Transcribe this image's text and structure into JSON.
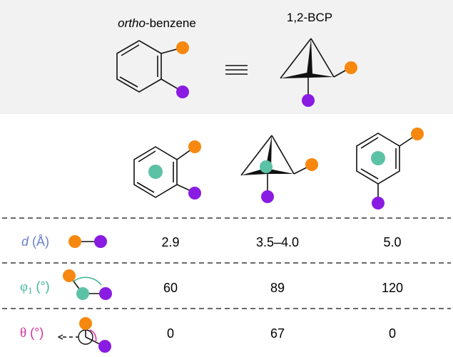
{
  "header": {
    "left_label_italic": "ortho",
    "left_label_rest": "-benzene",
    "right_label": "1,2-BCP",
    "equivalence_symbol": "≡"
  },
  "rows": [
    {
      "label_symbol": "d",
      "label_unit": " (Å)",
      "label_color": "#6b7fc8",
      "icon": "distance-icon",
      "values": [
        "2.9",
        "3.5–4.0",
        "5.0"
      ]
    },
    {
      "label_symbol": "φ",
      "label_sub": "1",
      "label_unit": " (°)",
      "label_color": "#3fb59a",
      "icon": "angle-phi-icon",
      "values": [
        "60",
        "89",
        "120"
      ]
    },
    {
      "label_symbol": "θ",
      "label_unit": " (°)",
      "label_color": "#d6309e",
      "icon": "dihedral-theta-icon",
      "values": [
        "0",
        "67",
        "0"
      ]
    }
  ],
  "colors": {
    "header_bg": "#f2f2f2",
    "substituent_orange": "#f7880f",
    "substituent_purple": "#8a1be2",
    "centroid_teal": "#5cc2a5",
    "phi_arc": "#3fb59a",
    "theta_arc": "#d6309e",
    "distance_label": "#6b7fc8"
  }
}
